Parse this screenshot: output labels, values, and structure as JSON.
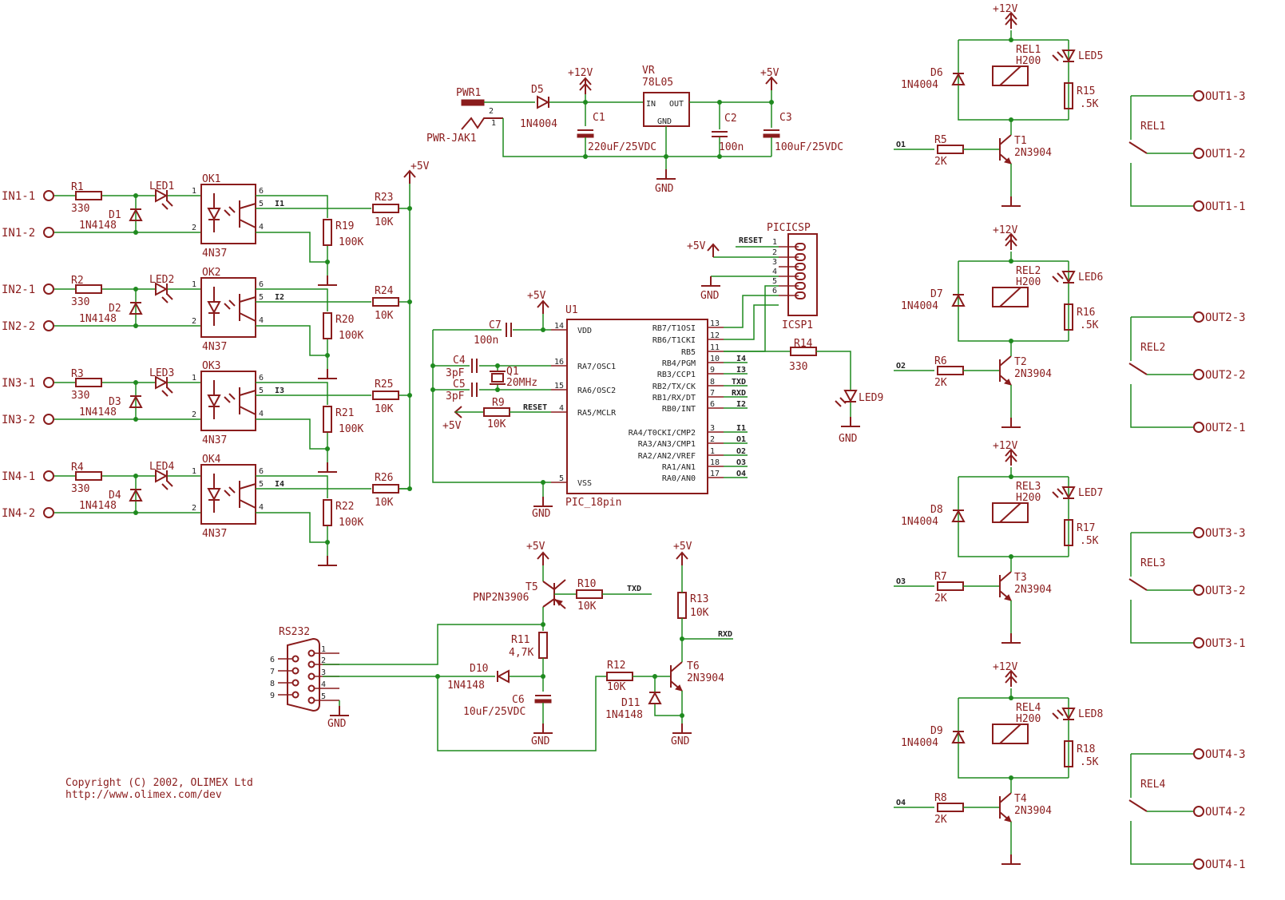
{
  "colors": {
    "symbol": "#8a1c1c",
    "wire": "#1f8a1f",
    "background": "#ffffff"
  },
  "copyright": {
    "line1": "Copyright (C) 2002, OLIMEX Ltd",
    "line2": "http://www.olimex.com/dev"
  },
  "rails": {
    "v12": "+12V",
    "v5": "+5V",
    "gnd": "GND"
  },
  "power": {
    "pwr1": "PWR1",
    "pwr_jack": "PWR-JAK1",
    "pin2": "2",
    "pin1": "1",
    "d5": "D5",
    "d5_val": "1N4004",
    "c1": "C1",
    "c1_val": "220uF/25VDC",
    "vr": "VR",
    "vr_val": "78L05",
    "vr_in": "IN",
    "vr_out": "OUT",
    "vr_gnd": "GND",
    "c2": "C2",
    "c2_val": "100n",
    "c3": "C3",
    "c3_val": "100uF/25VDC"
  },
  "inputs": [
    {
      "port1": "IN1-1",
      "port2": "IN1-2",
      "r": "R1",
      "r_val": "330",
      "d": "D1",
      "d_val": "1N4148",
      "led": "LED1",
      "ok": "OK1",
      "ok_val": "4N37",
      "net": "I1",
      "rp": "R19",
      "rp_val": "100K",
      "rs": "R23",
      "rs_val": "10K"
    },
    {
      "port1": "IN2-1",
      "port2": "IN2-2",
      "r": "R2",
      "r_val": "330",
      "d": "D2",
      "d_val": "1N4148",
      "led": "LED2",
      "ok": "OK2",
      "ok_val": "4N37",
      "net": "I2",
      "rp": "R20",
      "rp_val": "100K",
      "rs": "R24",
      "rs_val": "10K"
    },
    {
      "port1": "IN3-1",
      "port2": "IN3-2",
      "r": "R3",
      "r_val": "330",
      "d": "D3",
      "d_val": "1N4148",
      "led": "LED3",
      "ok": "OK3",
      "ok_val": "4N37",
      "net": "I3",
      "rp": "R21",
      "rp_val": "100K",
      "rs": "R25",
      "rs_val": "10K"
    },
    {
      "port1": "IN4-1",
      "port2": "IN4-2",
      "r": "R4",
      "r_val": "330",
      "d": "D4",
      "d_val": "1N4148",
      "led": "LED4",
      "ok": "OK4",
      "ok_val": "4N37",
      "net": "I4",
      "rp": "R22",
      "rp_val": "100K",
      "rs": "R26",
      "rs_val": "10K"
    }
  ],
  "opto_pins": [
    "1",
    "2",
    "6",
    "5",
    "4"
  ],
  "mcu": {
    "ref": "U1",
    "value": "PIC_18pin",
    "left_pins": [
      {
        "name": "VDD",
        "num": "14"
      },
      {
        "name": "RA7/OSC1",
        "num": "16"
      },
      {
        "name": "RA6/OSC2",
        "num": "15"
      },
      {
        "name": "RA5/MCLR",
        "num": "4"
      },
      {
        "name": "VSS",
        "num": "5"
      }
    ],
    "right_pins": [
      {
        "name": "RB7/T1OSI",
        "num": "13",
        "net": ""
      },
      {
        "name": "RB6/T1CKI",
        "num": "12",
        "net": ""
      },
      {
        "name": "RB5",
        "num": "11",
        "net": ""
      },
      {
        "name": "RB4/PGM",
        "num": "10",
        "net": "I4"
      },
      {
        "name": "RB3/CCP1",
        "num": "9",
        "net": "I3"
      },
      {
        "name": "RB2/TX/CK",
        "num": "8",
        "net": "TXD"
      },
      {
        "name": "RB1/RX/DT",
        "num": "7",
        "net": "RXD"
      },
      {
        "name": "RB0/INT",
        "num": "6",
        "net": "I2"
      },
      {
        "name": "RA4/T0CKI/CMP2",
        "num": "3",
        "net": "I1"
      },
      {
        "name": "RA3/AN3/CMP1",
        "num": "2",
        "net": "O1"
      },
      {
        "name": "RA2/AN2/VREF",
        "num": "1",
        "net": "O2"
      },
      {
        "name": "RA1/AN1",
        "num": "18",
        "net": "O3"
      },
      {
        "name": "RA0/AN0",
        "num": "17",
        "net": "O4"
      }
    ]
  },
  "osc": {
    "c7": "C7",
    "c7_val": "100n",
    "c4": "C4",
    "c4_val": "3pF",
    "c5": "C5",
    "c5_val": "3pF",
    "q1": "Q1",
    "q1_val": "20MHz",
    "r9": "R9",
    "r9_val": "10K",
    "reset": "RESET"
  },
  "icsp": {
    "title": "PICICSP",
    "ref": "ICSP1",
    "pins": [
      "1",
      "2",
      "3",
      "4",
      "5",
      "6"
    ],
    "reset": "RESET"
  },
  "led9": {
    "r": "R14",
    "r_val": "330",
    "led": "LED9"
  },
  "rs232": {
    "title": "RS232",
    "pins": [
      "1",
      "2",
      "3",
      "4",
      "5",
      "6",
      "7",
      "8",
      "9"
    ],
    "t5": "T5",
    "t5_val": "PNP2N3906",
    "r10": "R10",
    "r10_val": "10K",
    "txd": "TXD",
    "r11": "R11",
    "r11_val": "4,7K",
    "d10": "D10",
    "d10_val": "1N4148",
    "c6": "C6",
    "c6_val": "10uF/25VDC",
    "r13": "R13",
    "r13_val": "10K",
    "rxd": "RXD",
    "r12": "R12",
    "r12_val": "10K",
    "t6": "T6",
    "t6_val": "2N3904",
    "d11": "D11",
    "d11_val": "1N4148"
  },
  "outputs": [
    {
      "d": "D6",
      "d_val": "1N4004",
      "rel": "REL1",
      "rel_val": "H200",
      "led": "LED5",
      "rl": "R15",
      "rl_val": ".5K",
      "net": "O1",
      "rb": "R5",
      "rb_val": "2K",
      "t": "T1",
      "t_val": "2N3904",
      "c3": "OUT1-3",
      "c2": "OUT1-2",
      "c1": "OUT1-1"
    },
    {
      "d": "D7",
      "d_val": "1N4004",
      "rel": "REL2",
      "rel_val": "H200",
      "led": "LED6",
      "rl": "R16",
      "rl_val": ".5K",
      "net": "O2",
      "rb": "R6",
      "rb_val": "2K",
      "t": "T2",
      "t_val": "2N3904",
      "c3": "OUT2-3",
      "c2": "OUT2-2",
      "c1": "OUT2-1"
    },
    {
      "d": "D8",
      "d_val": "1N4004",
      "rel": "REL3",
      "rel_val": "H200",
      "led": "LED7",
      "rl": "R17",
      "rl_val": ".5K",
      "net": "O3",
      "rb": "R7",
      "rb_val": "2K",
      "t": "T3",
      "t_val": "2N3904",
      "c3": "OUT3-3",
      "c2": "OUT3-2",
      "c1": "OUT3-1"
    },
    {
      "d": "D9",
      "d_val": "1N4004",
      "rel": "REL4",
      "rel_val": "H200",
      "led": "LED8",
      "rl": "R18",
      "rl_val": ".5K",
      "net": "O4",
      "rb": "R8",
      "rb_val": "2K",
      "t": "T4",
      "t_val": "2N3904",
      "c3": "OUT4-3",
      "c2": "OUT4-2",
      "c1": "OUT4-1"
    }
  ]
}
